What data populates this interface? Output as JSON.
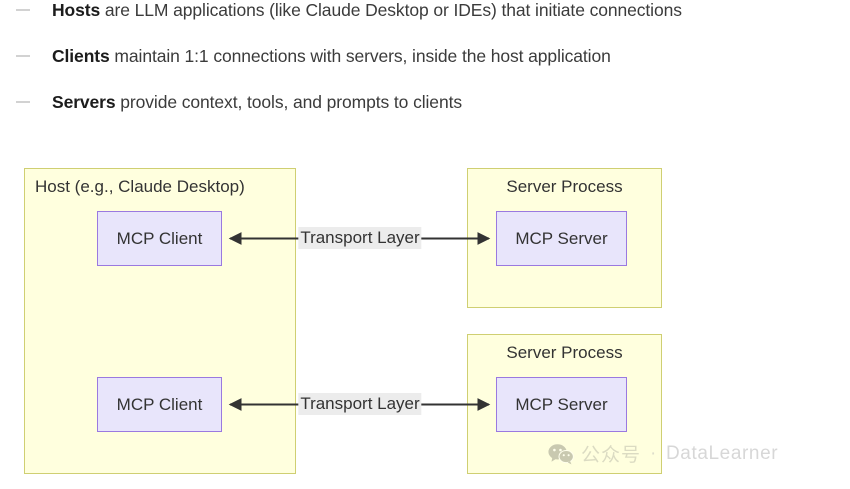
{
  "bullets": [
    {
      "lead": "Hosts",
      "rest": " are LLM applications (like Claude Desktop or IDEs) that initiate connections"
    },
    {
      "lead": "Clients",
      "rest": " maintain 1:1 connections with servers, inside the host application"
    },
    {
      "lead": "Servers",
      "rest": " provide context, tools, and prompts to clients"
    }
  ],
  "diagram": {
    "host": {
      "label": "Host (e.g., Claude Desktop)",
      "clients": [
        {
          "label": "MCP Client"
        },
        {
          "label": "MCP Client"
        }
      ]
    },
    "server_processes": [
      {
        "label": "Server Process",
        "node": "MCP Server"
      },
      {
        "label": "Server Process",
        "node": "MCP Server"
      }
    ],
    "edges": [
      {
        "label": "Transport Layer"
      },
      {
        "label": "Transport Layer"
      }
    ],
    "colors": {
      "group_fill": "#ffffde",
      "group_stroke": "#cfcf72",
      "node_fill": "#e8e5fb",
      "node_stroke": "#9a79e0",
      "edge_label_bg": "#ececec",
      "edge_stroke": "#333333"
    }
  },
  "watermark": {
    "icon": "wechat-icon",
    "cn_text": "公众号",
    "separator": "·",
    "name": "DataLearner"
  }
}
